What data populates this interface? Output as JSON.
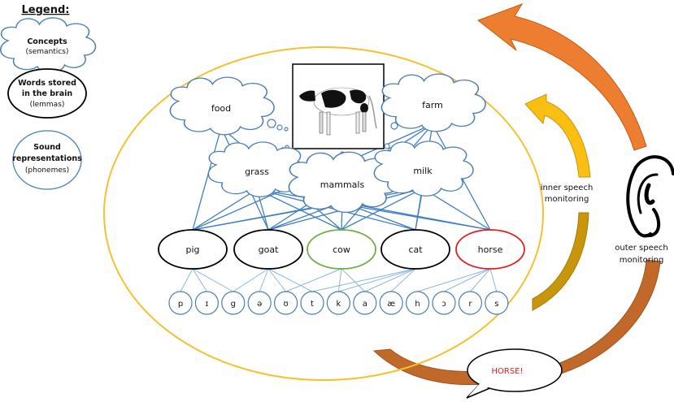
{
  "legend": {
    "title": "Legend:",
    "concepts": {
      "line1": "Concepts",
      "line2": "(semantics)"
    },
    "lemmas": {
      "line1": "Words stored",
      "line2": "in the brain",
      "line3": "(lemmas)"
    },
    "phonemes": {
      "line1": "Sound",
      "line2": "representations",
      "line3": "(phonemes)"
    }
  },
  "concepts": [
    {
      "id": "food",
      "label": "food"
    },
    {
      "id": "farm",
      "label": "farm"
    },
    {
      "id": "grass",
      "label": "grass"
    },
    {
      "id": "mammals",
      "label": "mammals"
    },
    {
      "id": "milk",
      "label": "milk"
    }
  ],
  "lemmas": [
    {
      "id": "pig",
      "label": "pig",
      "color": "#000000"
    },
    {
      "id": "goat",
      "label": "goat",
      "color": "#000000"
    },
    {
      "id": "cow",
      "label": "cow",
      "color": "#70ad47"
    },
    {
      "id": "cat",
      "label": "cat",
      "color": "#000000"
    },
    {
      "id": "horse",
      "label": "horse",
      "color": "#e02020"
    }
  ],
  "phonemes": [
    "p",
    "ɪ",
    "g",
    "ə",
    "ʊ",
    "t",
    "k",
    "a",
    "æ",
    "h",
    "ɔ",
    "r",
    "s"
  ],
  "image": {
    "subject": "cow-photo"
  },
  "monitoring": {
    "inner": {
      "line1": "inner speech",
      "line2": "monitoring"
    },
    "outer": {
      "line1": "outer speech",
      "line2": "monitoring"
    }
  },
  "speech_bubble": {
    "text": "HORSE!",
    "color": "#e02020"
  },
  "colors": {
    "concept_stroke": "#4a7fb5",
    "link": "#3d7fc1",
    "phoneme_link": "#8fb7dc",
    "loop_ellipse": "#f5c12e",
    "inner_arrow": "#fbbf12",
    "inner_arrow_dark": "#c8960c",
    "outer_arrow": "#ed7d31",
    "outer_arrow_dark": "#c0692b"
  }
}
